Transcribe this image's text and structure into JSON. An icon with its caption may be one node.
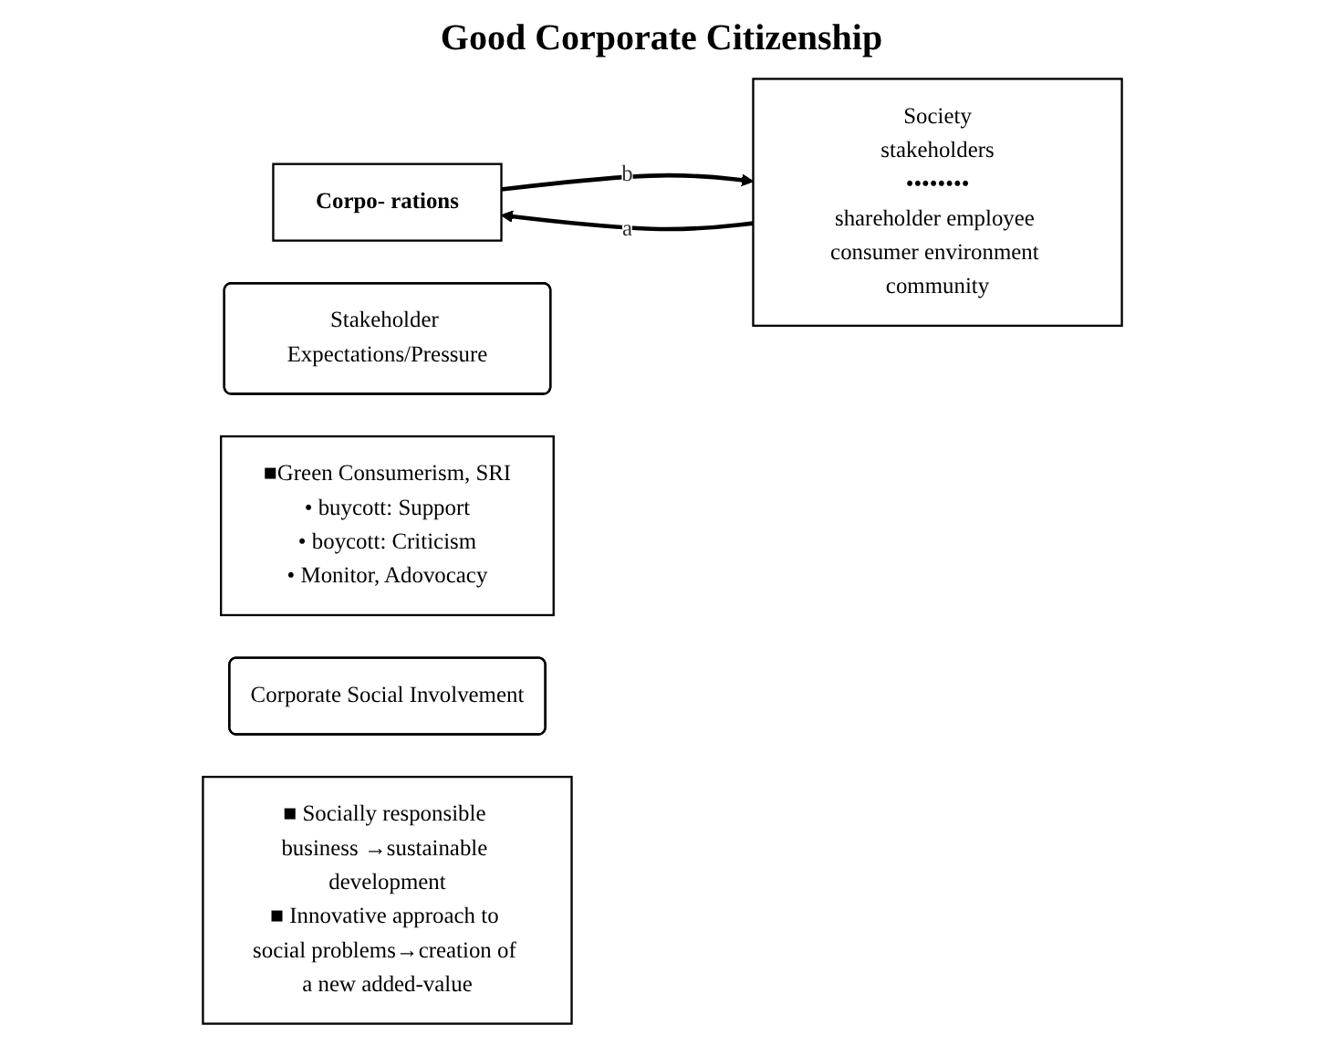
{
  "diagram": {
    "title": "Good Corporate Citizenship",
    "nodes": [
      {
        "text": [
          "Corpo- rations"
        ]
      },
      {
        "text": [
          "Society",
          "stakeholders",
          "••••••••",
          "shareholder employee consumer environment community"
        ]
      },
      {
        "text": [
          "Stakeholder Expectations/Pressure"
        ]
      },
      {
        "text": [
          "■Green Consumerism, SRI",
          "• buycott: Support",
          "• boycott: Criticism",
          "• Monitor, Adovocacy"
        ]
      },
      {
        "text": [
          "Corporate Social Involvement"
        ]
      },
      {
        "text": [
          "■ Socially responsible business →sustainable development",
          "■ Innovative approach to social problems→creation of a new added-value"
        ]
      }
    ],
    "edges": [
      {
        "from": 1,
        "to": 0,
        "arrow": "to",
        "label": "a"
      },
      {
        "from": 0,
        "to": 1,
        "arrow": "to",
        "label": "b"
      }
    ]
  }
}
